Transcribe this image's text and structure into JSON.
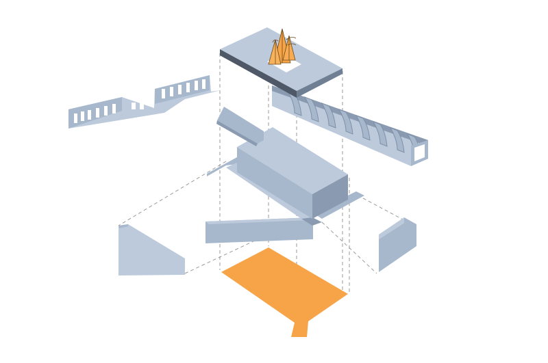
{
  "diagram": {
    "type": "exploded axonometric architectural diagram",
    "colors": {
      "background": "#ffffff",
      "component_light": "#bccadc",
      "component_mid": "#a7b8cd",
      "component_dark": "#8a9bb1",
      "component_edge": "#6f7f94",
      "roof_slab_edge": "#4f5866",
      "accent_orange": "#f7a448",
      "tree_outline": "#6a4a1a",
      "dash_line": "#9a9a9a"
    },
    "components": [
      "roof-slab-with-courtyard",
      "courtyard-trees",
      "arched-colonnade",
      "perforated-folded-wall",
      "upper-ledge",
      "central-block",
      "base-platform",
      "front-wall-panel",
      "left-trapezoid-wall",
      "right-wall-panel",
      "orange-ground-plane",
      "dashed-projection-lines"
    ]
  }
}
